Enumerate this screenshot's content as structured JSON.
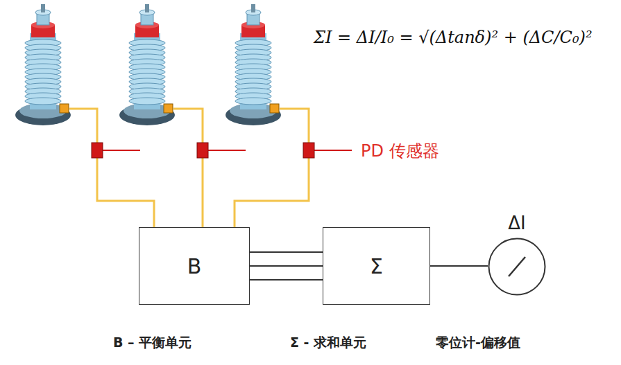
{
  "diagram": {
    "nodes": [
      {
        "text": [
          "B"
        ]
      },
      {
        "text": [
          "Σ"
        ]
      },
      {
        "text": [
          "ΔI"
        ]
      }
    ],
    "edges": [
      {
        "from": 0,
        "to": 1,
        "arrow": "none"
      },
      {
        "from": 0,
        "to": 1,
        "arrow": "none"
      },
      {
        "from": 0,
        "to": 1,
        "arrow": "none"
      },
      {
        "from": 1,
        "to": 2,
        "arrow": "none"
      }
    ],
    "labels": [
      "ΣI = ΔI/I₀ = √(Δtanδ)² + (ΔC/C₀)²",
      "PD 传感器",
      "B – 平衡单元",
      "Σ - 求和单元",
      "零位计-偏移值"
    ]
  }
}
